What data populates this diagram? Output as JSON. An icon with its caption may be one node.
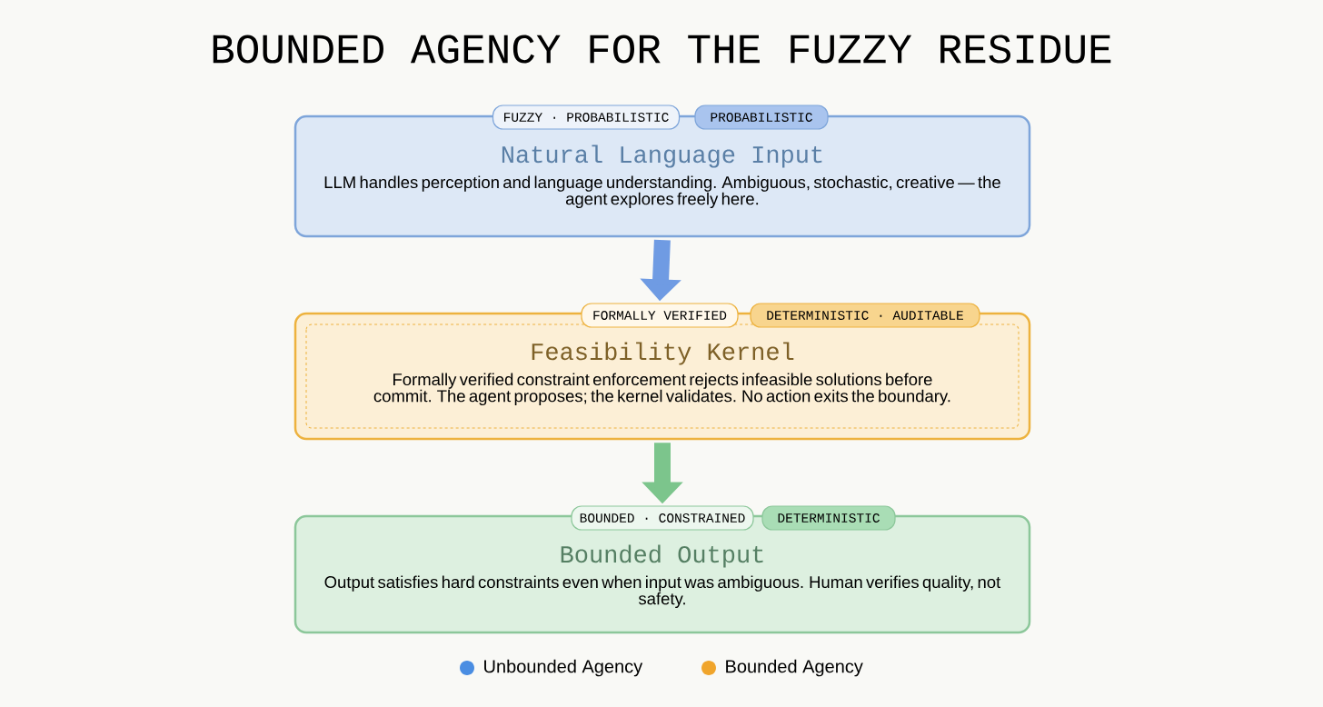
{
  "diagram": {
    "title": "BOUNDED AGENCY FOR THE FUZZY RESIDUE",
    "nodes": [
      {
        "text": [
          "FUZZY · PROBABILISTIC"
        ]
      },
      {
        "text": [
          "PROBABILISTIC"
        ]
      },
      {
        "text": [
          "Natural Language Input",
          "LLM handles perception and language understanding. Ambiguous, stochastic, creative — the agent explores freely here."
        ]
      },
      {
        "text": [
          "FORMALLY VERIFIED"
        ]
      },
      {
        "text": [
          "DETERMINISTIC · AUDITABLE"
        ]
      },
      {
        "text": [
          "Feasibility Kernel",
          "Formally verified constraint enforcement rejects infeasible solutions before commit. The agent proposes; the kernel validates. No action exits the boundary."
        ]
      },
      {
        "text": [
          "BOUNDED · CONSTRAINED"
        ]
      },
      {
        "text": [
          "DETERMINISTIC"
        ]
      },
      {
        "text": [
          "Bounded Output",
          "Output satisfies hard constraints even when input was ambiguous. Human verifies quality, not safety."
        ]
      }
    ],
    "edges": [
      {
        "from": 2,
        "to": 3,
        "arrow": "to",
        "color": "#6f9be3"
      },
      {
        "from": 5,
        "to": 6,
        "arrow": "to",
        "color": "#7cc58c"
      }
    ],
    "legend": [
      {
        "text": "Unbounded Agency",
        "color": "#4a8de2"
      },
      {
        "text": "Bounded Agency",
        "color": "#f0a52c"
      }
    ]
  }
}
